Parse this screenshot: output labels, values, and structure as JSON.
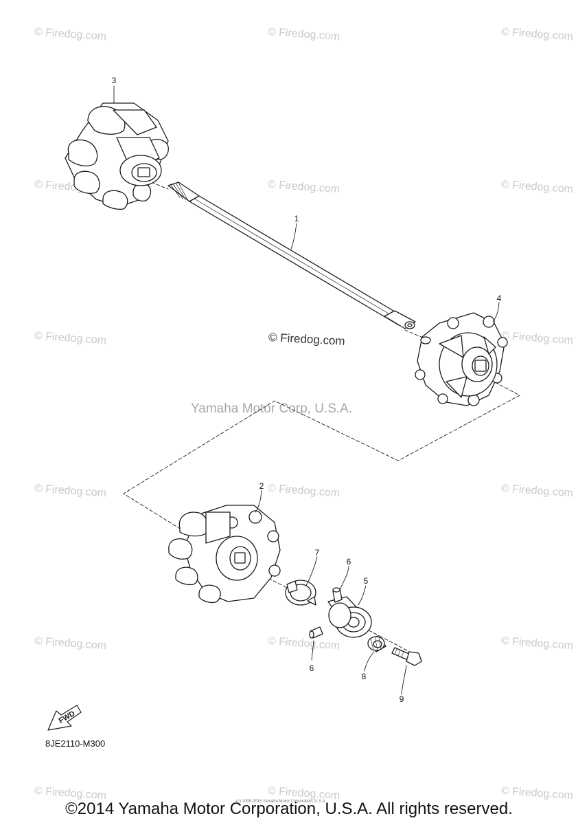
{
  "watermark": {
    "text": "© Firedog.com",
    "center_text": "© Firedog.com",
    "corp_text": "Yamaha Motor Corp, U.S.A."
  },
  "callouts": [
    "1",
    "2",
    "3",
    "4",
    "5",
    "6",
    "6",
    "7",
    "8",
    "9"
  ],
  "fwd_label": "FWD",
  "diagram_code": "8JE2110-M300",
  "tiny_note": "(c) 2005-2015 Yamaha Motor Corporation, U.S.A.",
  "copyright": "©2014 Yamaha Motor Corporation, U.S.A. All rights reserved.",
  "colors": {
    "line": "#1a1a1a",
    "watermark": "#c9c9c9"
  }
}
